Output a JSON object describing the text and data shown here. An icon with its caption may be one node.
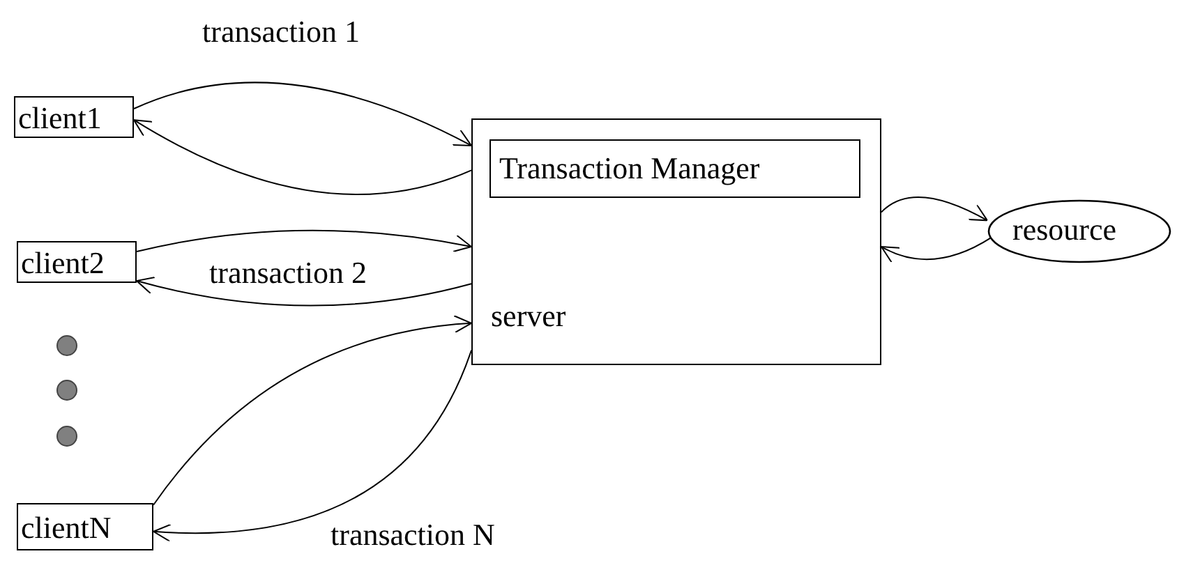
{
  "diagram": {
    "nodes": [
      {
        "text": [
          "client1"
        ]
      },
      {
        "text": [
          "client2"
        ]
      },
      {
        "text": [
          "clientN"
        ]
      },
      {
        "text": [
          "server"
        ]
      },
      {
        "text": [
          "Transaction Manager"
        ],
        "in": 3
      },
      {
        "text": [
          "resource"
        ]
      }
    ],
    "edges": [
      {
        "from": 0,
        "to": 3,
        "arrow": "to"
      },
      {
        "from": 3,
        "to": 0,
        "arrow": "to"
      },
      {
        "from": 1,
        "to": 3,
        "arrow": "to"
      },
      {
        "from": 3,
        "to": 1,
        "arrow": "to"
      },
      {
        "from": 2,
        "to": 3,
        "arrow": "to"
      },
      {
        "from": 3,
        "to": 2,
        "arrow": "to"
      },
      {
        "from": 3,
        "to": 5,
        "arrow": "to"
      },
      {
        "from": 5,
        "to": 3,
        "arrow": "to"
      }
    ],
    "labels": [
      "transaction 1",
      "transaction 2",
      "transaction N"
    ]
  }
}
